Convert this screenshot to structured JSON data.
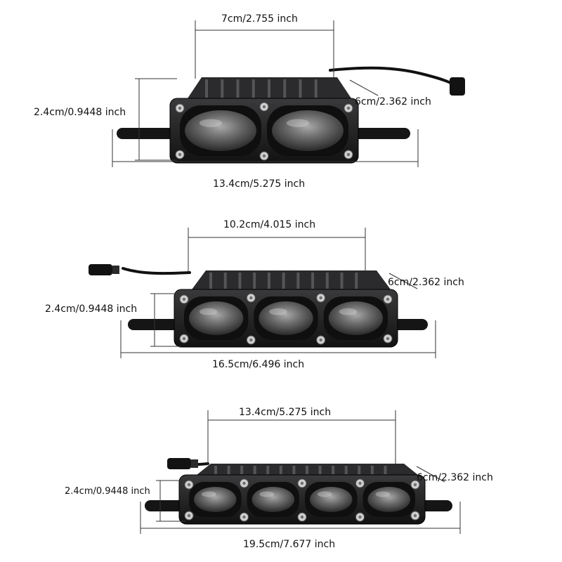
{
  "products": [
    {
      "lens_count": 2,
      "top_width": "7cm/2.755 inch",
      "depth": "6cm/2.362 inch",
      "height": "2.4cm/0.9448 inch",
      "total_length": "13.4cm/5.275 inch"
    },
    {
      "lens_count": 3,
      "top_width": "10.2cm/4.015 inch",
      "depth": "6cm/2.362 inch",
      "height": "2.4cm/0.9448 inch",
      "total_length": "16.5cm/6.496 inch"
    },
    {
      "lens_count": 4,
      "top_width": "13.4cm/5.275 inch",
      "depth": "6cm/2.362 inch",
      "height": "2.4cm/0.9448 inch",
      "total_length": "19.5cm/7.677 inch"
    }
  ],
  "colors": {
    "background": "#ffffff",
    "housing": "#1c1c1e",
    "lens": "#6a6a6a",
    "bezel": "#0f0f0f",
    "dimension_line": "#333333",
    "text": "#111111"
  }
}
